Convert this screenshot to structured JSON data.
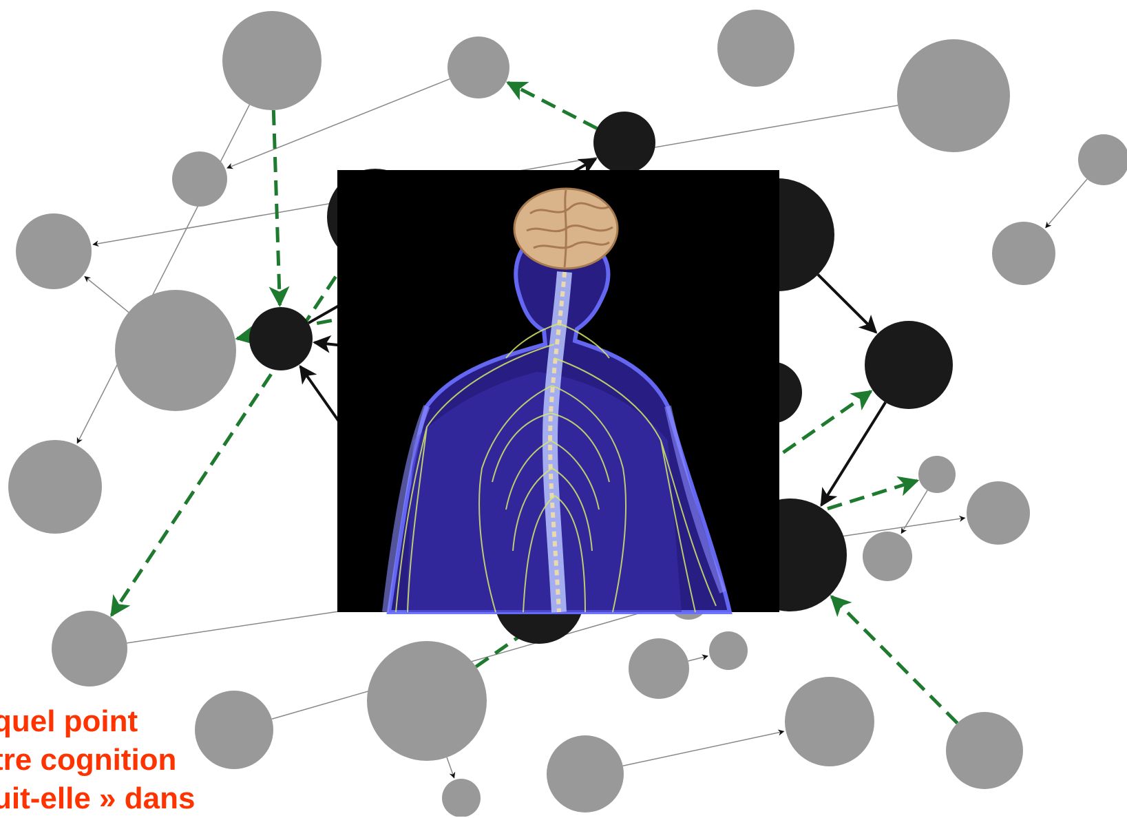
{
  "caption": {
    "lines": [
      "quel point",
      "tre cognition",
      "uit-elle » dans"
    ]
  },
  "colors": {
    "grey_node": "#999999",
    "black_node": "#1a1a1a",
    "grey_edge": "#888888",
    "black_edge": "#111111",
    "green_edge": "#1e7a2e",
    "caption": "#ff3300",
    "photo_background": "#000000"
  },
  "photo": {
    "subject": "human-nervous-system-illustration"
  },
  "nodes": [
    {
      "id": "g1",
      "kind": "grey"
    },
    {
      "id": "g2",
      "kind": "grey"
    },
    {
      "id": "g3",
      "kind": "grey"
    },
    {
      "id": "g4",
      "kind": "grey"
    },
    {
      "id": "g5",
      "kind": "grey"
    },
    {
      "id": "g6",
      "kind": "grey"
    },
    {
      "id": "g7",
      "kind": "grey"
    },
    {
      "id": "g8",
      "kind": "grey"
    },
    {
      "id": "g9",
      "kind": "grey"
    },
    {
      "id": "g10",
      "kind": "grey"
    },
    {
      "id": "g11",
      "kind": "grey"
    },
    {
      "id": "g12",
      "kind": "grey"
    },
    {
      "id": "g13",
      "kind": "grey"
    },
    {
      "id": "g14",
      "kind": "grey"
    },
    {
      "id": "g15",
      "kind": "grey"
    },
    {
      "id": "g16",
      "kind": "grey"
    },
    {
      "id": "g17",
      "kind": "grey"
    },
    {
      "id": "g18",
      "kind": "grey"
    },
    {
      "id": "g19",
      "kind": "grey"
    },
    {
      "id": "g20",
      "kind": "grey"
    },
    {
      "id": "g21",
      "kind": "grey"
    },
    {
      "id": "g22",
      "kind": "grey"
    },
    {
      "id": "g23",
      "kind": "grey"
    },
    {
      "id": "b1",
      "kind": "black"
    },
    {
      "id": "b2",
      "kind": "black"
    },
    {
      "id": "b3",
      "kind": "black"
    },
    {
      "id": "b4",
      "kind": "black"
    },
    {
      "id": "b5",
      "kind": "black"
    },
    {
      "id": "b6",
      "kind": "black"
    },
    {
      "id": "b7",
      "kind": "black"
    },
    {
      "id": "b8",
      "kind": "black"
    },
    {
      "id": "b9",
      "kind": "black"
    }
  ],
  "edges": [
    {
      "from": "g1",
      "to": "g5",
      "style": "grey"
    },
    {
      "from": "g6",
      "to": "g2",
      "style": "grey"
    },
    {
      "from": "g8",
      "to": "g3",
      "style": "grey"
    },
    {
      "from": "g4",
      "to": "g3",
      "style": "grey"
    },
    {
      "from": "g9",
      "to": "g10",
      "style": "grey"
    },
    {
      "from": "g12",
      "to": "g13",
      "style": "grey"
    },
    {
      "from": "g14",
      "to": "g11",
      "style": "grey"
    },
    {
      "from": "g15",
      "to": "g16",
      "style": "grey"
    },
    {
      "from": "g22",
      "to": "g23",
      "style": "grey"
    },
    {
      "from": "g20",
      "to": "g21",
      "style": "grey"
    },
    {
      "from": "g19",
      "to": "g18",
      "style": "grey"
    },
    {
      "from": "b1",
      "to": "b2",
      "style": "black"
    },
    {
      "from": "b3",
      "to": "b4",
      "style": "black"
    },
    {
      "from": "b5",
      "to": "b6",
      "style": "black"
    },
    {
      "from": "b6",
      "to": "b7",
      "style": "black"
    },
    {
      "from": "b8",
      "to": "b1",
      "style": "black"
    },
    {
      "from": "b9",
      "to": "b1",
      "style": "black"
    },
    {
      "from": "g1",
      "to": "b1",
      "style": "green"
    },
    {
      "from": "b2",
      "to": "g6",
      "style": "green"
    },
    {
      "from": "b5",
      "to": "g4",
      "style": "green"
    },
    {
      "from": "b3",
      "to": "g14",
      "style": "green"
    },
    {
      "from": "b4",
      "to": "g12",
      "style": "green"
    },
    {
      "from": "g15",
      "to": "b6",
      "style": "green"
    },
    {
      "from": "g17",
      "to": "b7",
      "style": "green"
    }
  ]
}
